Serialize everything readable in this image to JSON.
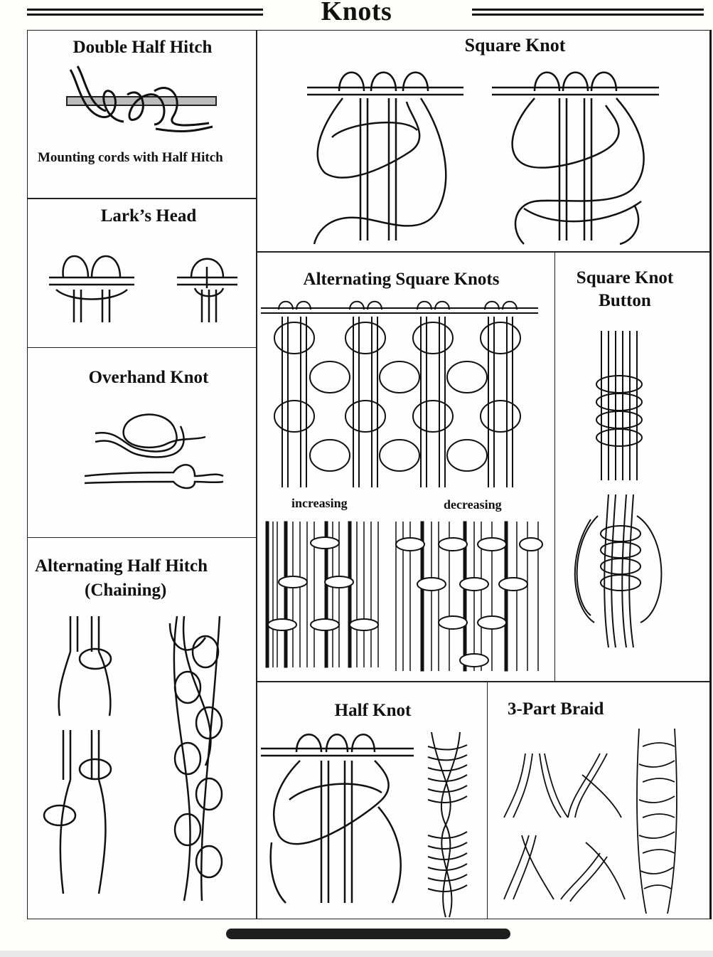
{
  "page": {
    "title": "Knots"
  },
  "panels": {
    "double_half_hitch": {
      "title": "Double Half Hitch",
      "caption": "Mounting cords with Half Hitch"
    },
    "square_knot": {
      "title": "Square Knot"
    },
    "larks_head": {
      "title": "Lark’s Head"
    },
    "overhand_knot": {
      "title": "Overhand Knot"
    },
    "alternating_square_knots": {
      "title": "Alternating Square Knots",
      "increasing_label": "increasing",
      "decreasing_label": "decreasing"
    },
    "square_knot_button": {
      "title_line1": "Square Knot",
      "title_line2": "Button"
    },
    "alternating_half_hitch": {
      "title_line1": "Alternating Half Hitch",
      "title_line2": "(Chaining)"
    },
    "half_knot": {
      "title": "Half Knot"
    },
    "three_part_braid": {
      "title": "3-Part Braid"
    }
  }
}
